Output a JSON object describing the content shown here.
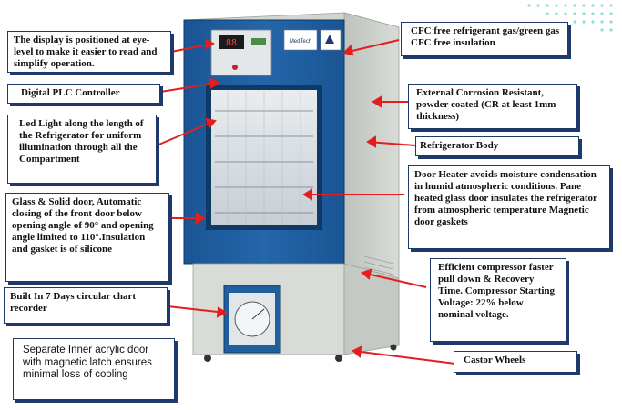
{
  "callouts": {
    "display": "The display is positioned at eye-level to make it easier to read and simplify operation.",
    "plc": "Digital PLC Controller",
    "led": "Led Light along the length of the Refrigerator for uniform illumination through all the Compartment",
    "glass_door": "Glass & Solid door, Automatic closing of the front door below opening angle of 90° and opening angle limited  to 110°.Insulation and gasket is of silicone",
    "chart_recorder": "Built In 7 Days circular chart recorder",
    "inner_door": "Separate Inner acrylic door with magnetic latch ensures minimal loss of cooling",
    "cfc": "CFC free refrigerant  gas/green gas CFC free insulation",
    "corrosion": "External Corrosion Resistant, powder coated (CR at least 1mm thickness)",
    "body": "Refrigerator Body",
    "door_heater": "Door Heater avoids moisture condensation in humid atmospheric conditions. Pane heated glass door insulates the refrigerator  from atmospheric temperature Magnetic door gaskets",
    "compressor": "Efficient compressor faster pull down & Recovery Time. Compressor Starting Voltage: 22% below nominal voltage.",
    "wheels": "Castor Wheels"
  },
  "device": {
    "brand_label": "MedTech",
    "display_reading": "88"
  },
  "colors": {
    "cabinet_blue": "#1f5f9e",
    "cabinet_side": "#c9ccc8",
    "arrow_red": "#e41e1e",
    "callout_border": "#1d3a6b",
    "accent_teal": "#3cc3b8"
  }
}
